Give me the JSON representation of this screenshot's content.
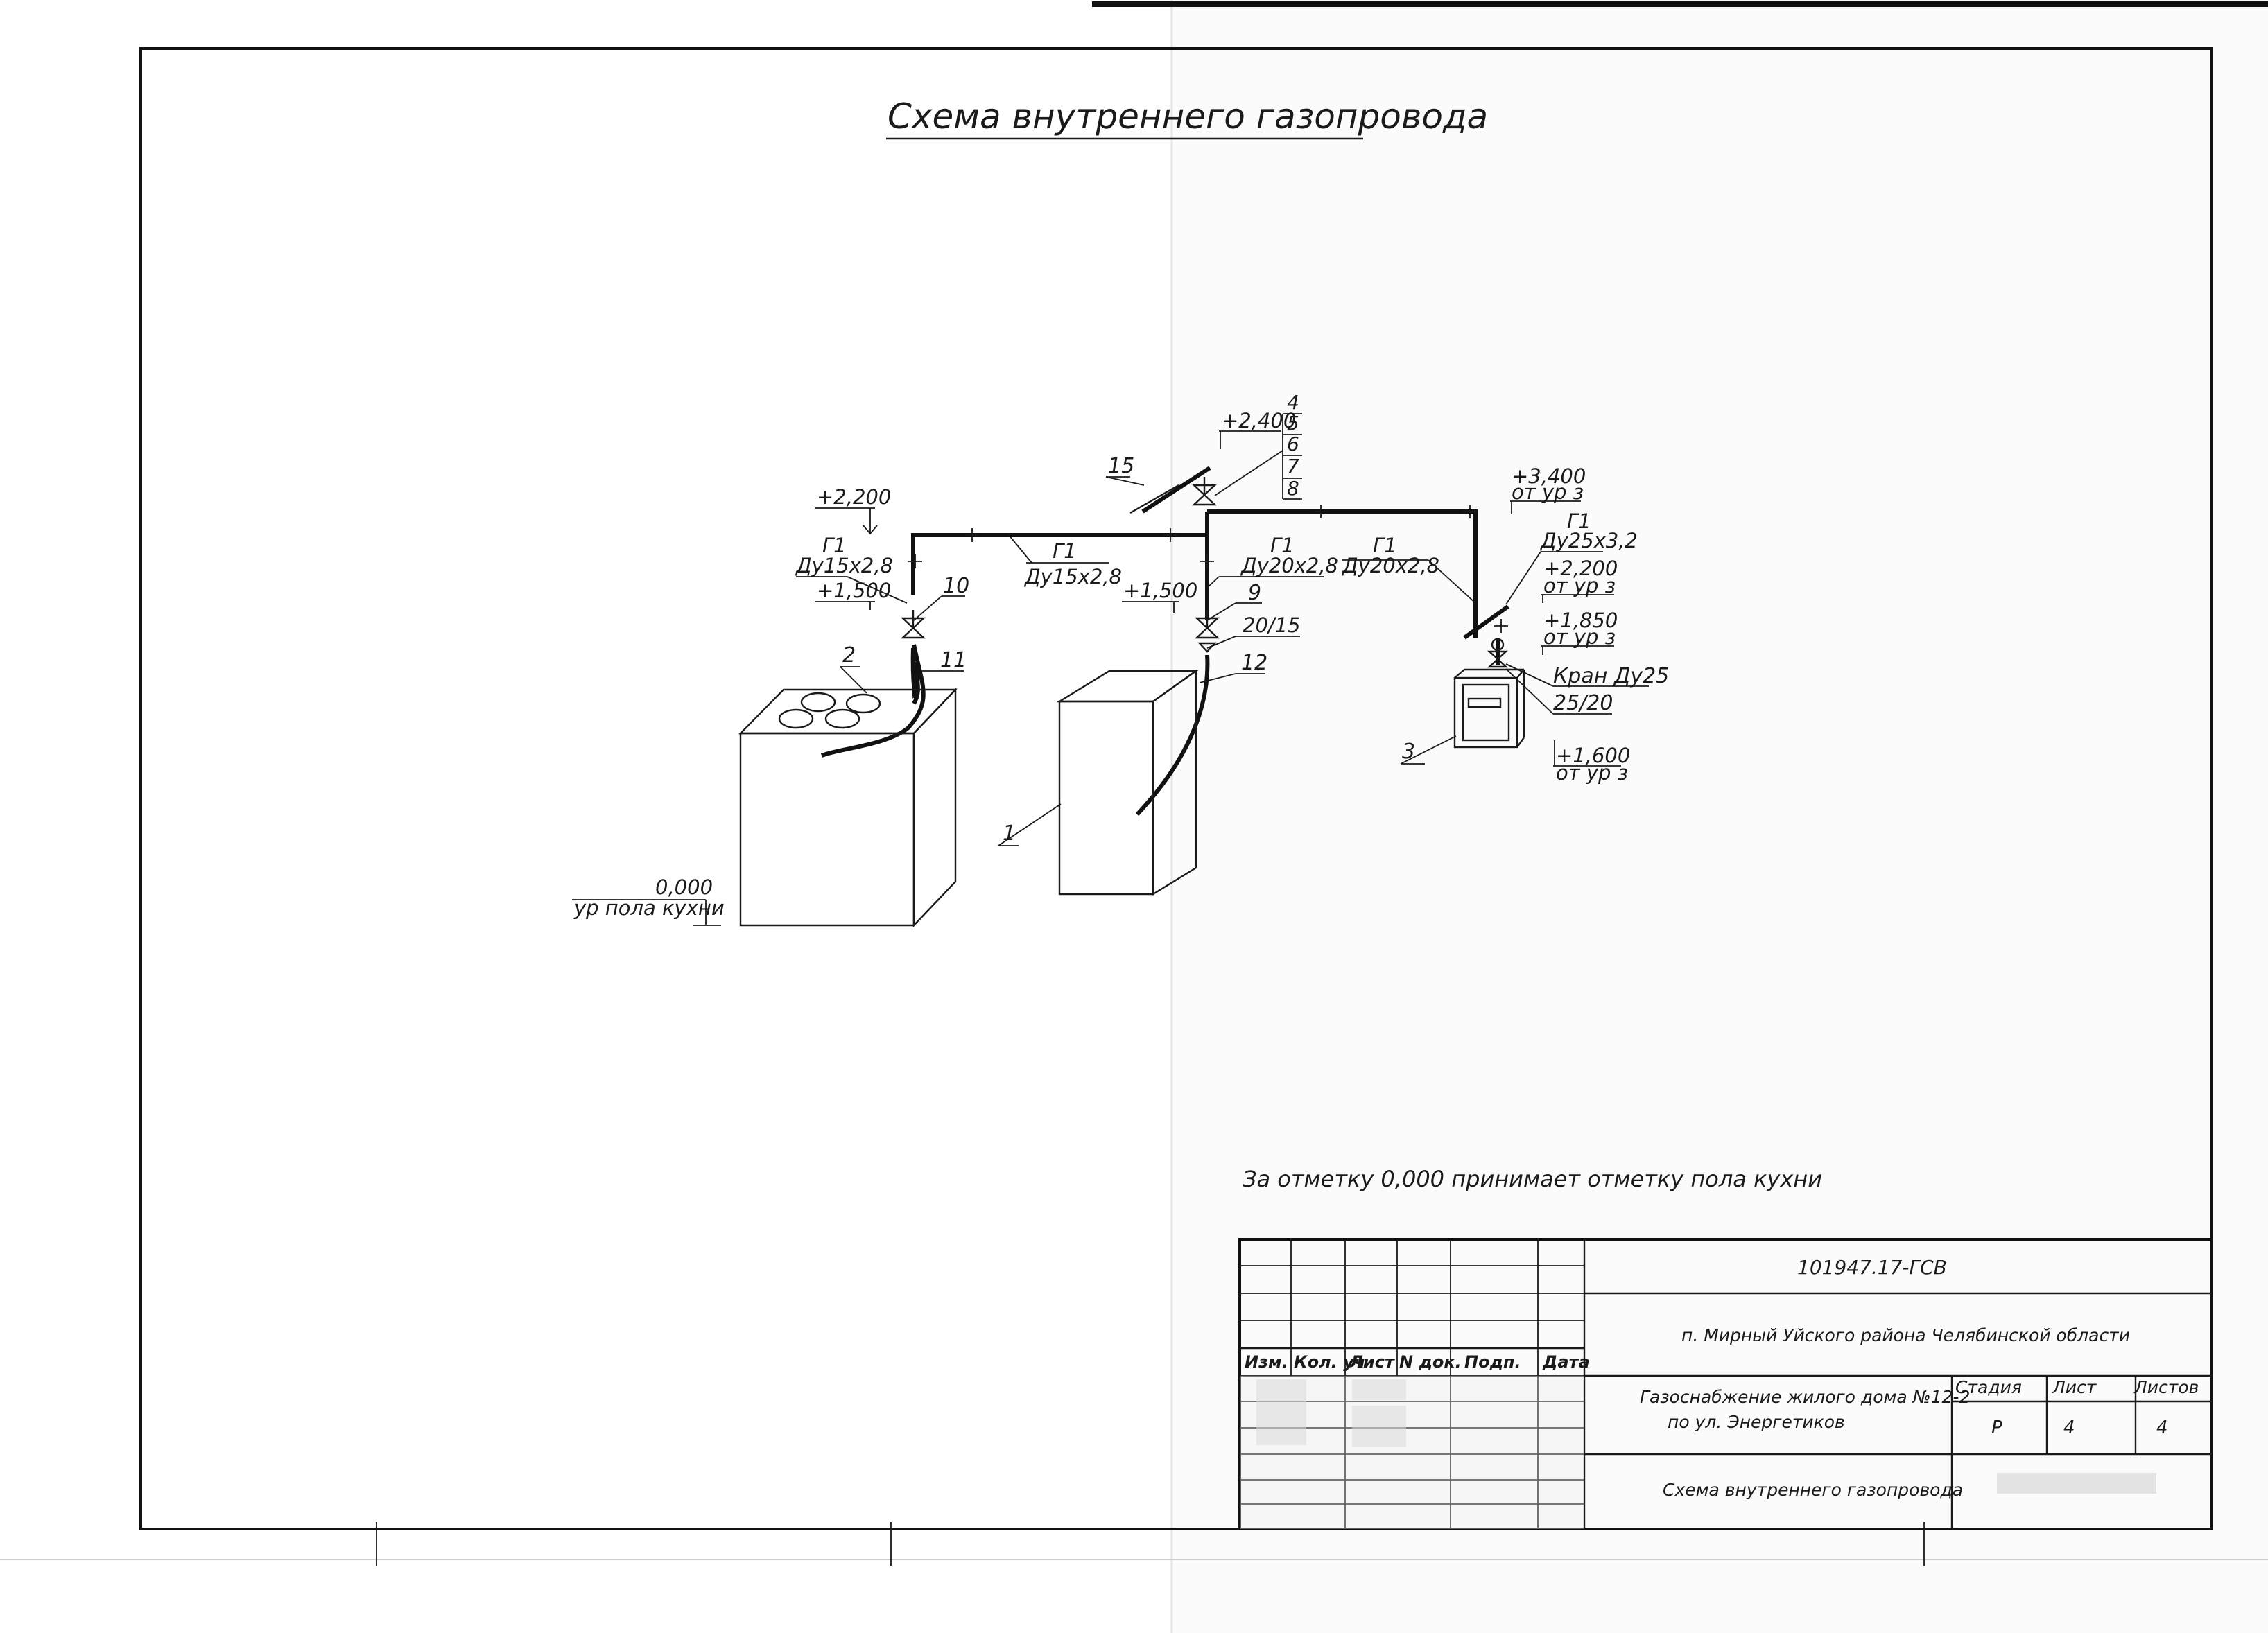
{
  "title": "Схема внутреннего газопровода",
  "note": "За отметку 0,000 принимает отметку пола кухни",
  "callouts": {
    "c1": "1",
    "c2": "2",
    "c3": "3",
    "c4": "4",
    "c5": "5",
    "c6": "6",
    "c7": "7",
    "c8": "8",
    "c9": "9",
    "c10": "10",
    "c11": "11",
    "c12": "12",
    "c15": "15"
  },
  "elevations": {
    "e_2400": "+2,400",
    "e_2200_left": "+2,200",
    "e_1500_left": "+1,500",
    "e_1500_mid": "+1,500",
    "e_3400": "+3,400",
    "e_3400_ref": "от ур з",
    "e_2200_right": "+2,200",
    "e_2200_right_ref": "от ур з",
    "e_1850": "+1,850",
    "e_1850_ref": "от ур з",
    "e_1600": "+1,600",
    "e_1600_ref": "от ур з",
    "e_0": "0,000",
    "e_0_ref": "ур пола кухни"
  },
  "pipe_labels": {
    "left_g": "Г1",
    "left_dn": "Ду15х2,8",
    "mid_g": "Г1",
    "mid_dn": "Ду15х2,8",
    "midv_g": "Г1",
    "midv_dn": "Ду20х2,8",
    "right_g": "Г1",
    "right_dn": "Ду20х2,8",
    "riser_g": "Г1",
    "riser_dn": "Ду25х3,2"
  },
  "fittings": {
    "reducer_mid": "20/15",
    "valve_right": "Кран Ду25",
    "reducer_right": "25/20"
  },
  "title_block": {
    "doc_code": "101947.17-ГСВ",
    "location": "п. Мирный Уйского района Челябинской области",
    "object_line1": "Газоснабжение жилого дома №12-2",
    "object_line2": "по ул. Энергетиков",
    "sheet_title": "Схема внутреннего газопровода",
    "col_izm": "Изм.",
    "col_kol": "Кол. уч",
    "col_list": "Лист",
    "col_ndok": "N док.",
    "col_podp": "Подп.",
    "col_data": "Дата",
    "h_stage": "Стадия",
    "h_sheet": "Лист",
    "h_sheets": "Листов",
    "v_stage": "Р",
    "v_sheet": "4",
    "v_sheets": "4"
  }
}
